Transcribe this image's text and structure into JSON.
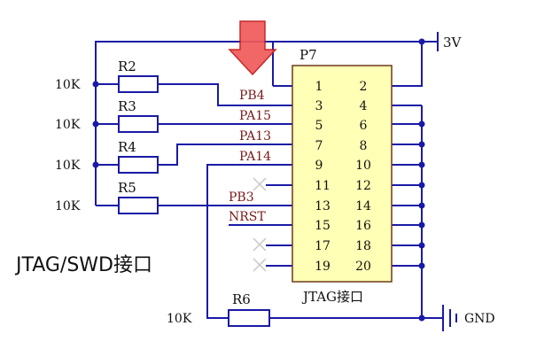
{
  "title": "JTAG/SWD接口",
  "connector": {
    "ref": "P7",
    "caption": "JTAG接口",
    "pins": [
      {
        "left": "1",
        "right": "2"
      },
      {
        "left": "3",
        "right": "4"
      },
      {
        "left": "5",
        "right": "6"
      },
      {
        "left": "7",
        "right": "8"
      },
      {
        "left": "9",
        "right": "10"
      },
      {
        "left": "11",
        "right": "12"
      },
      {
        "left": "13",
        "right": "14"
      },
      {
        "left": "15",
        "right": "16"
      },
      {
        "left": "17",
        "right": "18"
      },
      {
        "left": "19",
        "right": "20"
      }
    ]
  },
  "nets": {
    "pb4": "PB4",
    "pa15": "PA15",
    "pa13": "PA13",
    "pa14": "PA14",
    "pb3": "PB3",
    "nrst": "NRST"
  },
  "power": {
    "vcc": "3V",
    "gnd": "GND"
  },
  "resistors": [
    {
      "ref": "R2",
      "value": "10K"
    },
    {
      "ref": "R3",
      "value": "10K"
    },
    {
      "ref": "R4",
      "value": "10K"
    },
    {
      "ref": "R5",
      "value": "10K"
    },
    {
      "ref": "R6",
      "value": "10K"
    }
  ],
  "colors": {
    "wire": "#1a1aa6",
    "net_label": "#7a1a1a",
    "component": "#1a1aa6",
    "connector_fill": "#ffffb5",
    "connector_stroke": "#6b3a1a",
    "arrow_fill": "#f05a5a",
    "arrow_stroke": "#c01818"
  },
  "marker_icon": "down-arrow-icon"
}
